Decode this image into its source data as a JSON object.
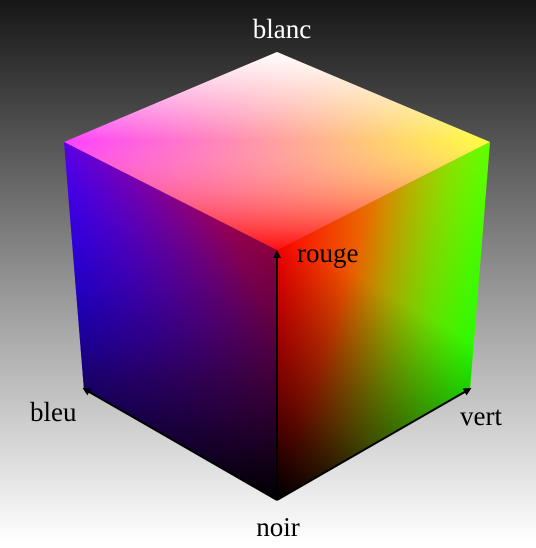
{
  "labels": {
    "top": "blanc",
    "center": "rouge",
    "left": "bleu",
    "right": "vert",
    "bottom": "noir"
  },
  "colors": {
    "white": "#ffffff",
    "red": "#ff0000",
    "green": "#00ff00",
    "blue": "#0000ff",
    "black": "#000000",
    "magenta": "#ff00ff",
    "yellow": "#ffff00",
    "background_top": "#161616",
    "background_bottom": "#ffffff"
  }
}
